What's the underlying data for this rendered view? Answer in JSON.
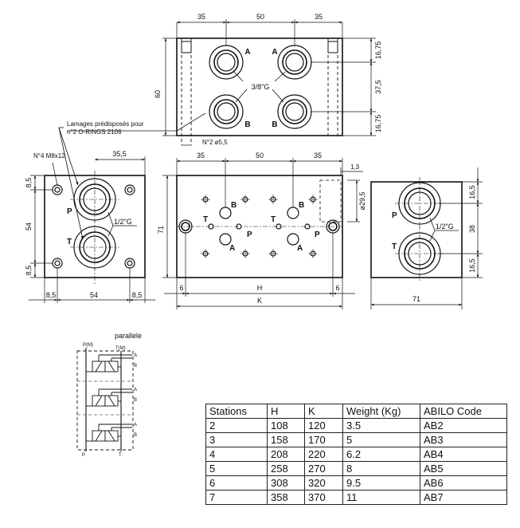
{
  "drawing": {
    "top_view": {
      "dims": {
        "left": "35",
        "middle": "50",
        "right": "35",
        "height": "60",
        "right_top": "16,75",
        "right_mid": "37,5",
        "right_bottom": "16,75"
      },
      "ports": {
        "a_left": "A",
        "a_right": "A",
        "b_left": "B",
        "b_right": "B"
      },
      "thread": "3/8\"G",
      "drill": "N°2 ø5,5"
    },
    "callout": {
      "line1": "Lamages prédisposés pour",
      "line2": "n°2 O-RINGS 2106"
    },
    "left_view": {
      "screw": "N°4 M8x12",
      "dims": {
        "top": "35,5",
        "left_top": "8,5",
        "left_mid": "54",
        "left_bottom": "8,5",
        "bottom_left": "8,5",
        "bottom_mid": "54",
        "bottom_right": "8,5"
      },
      "ports": {
        "p": "P",
        "t": "T"
      },
      "thread": "1/2\"G"
    },
    "front_view": {
      "dims": {
        "left": "35",
        "middle": "50",
        "right": "35",
        "offset": "1,3",
        "bore": "ø29,5",
        "height": "71",
        "edge_left": "6",
        "edge_right": "6",
        "h": "H",
        "k": "K"
      },
      "ports": {
        "b1": "B",
        "b2": "B",
        "t1": "T",
        "t2": "T",
        "p1": "P",
        "p2": "P",
        "a1": "A",
        "a2": "A"
      }
    },
    "right_view": {
      "dims": {
        "top": "16,5",
        "mid": "38",
        "bottom": "16,5",
        "width": "71"
      },
      "ports": {
        "p": "P",
        "t": "T"
      },
      "thread": "1/2\"G"
    },
    "schematic": {
      "title": "parallele",
      "p_top": "P(M)",
      "t_top": "T(M)",
      "p_bottom": "P",
      "t_bottom": "T",
      "station_ports": {
        "a": "A",
        "b": "B"
      }
    }
  },
  "table": {
    "headers": [
      "Stations",
      "H",
      "K",
      "Weight (Kg)",
      "ABILO Code"
    ],
    "rows": [
      [
        "2",
        "108",
        "120",
        "3.5",
        "AB2"
      ],
      [
        "3",
        "158",
        "170",
        "5",
        "AB3"
      ],
      [
        "4",
        "208",
        "220",
        "6.2",
        "AB4"
      ],
      [
        "5",
        "258",
        "270",
        "8",
        "AB5"
      ],
      [
        "6",
        "308",
        "320",
        "9.5",
        "AB6"
      ],
      [
        "7",
        "358",
        "370",
        "11",
        "AB7"
      ]
    ]
  }
}
